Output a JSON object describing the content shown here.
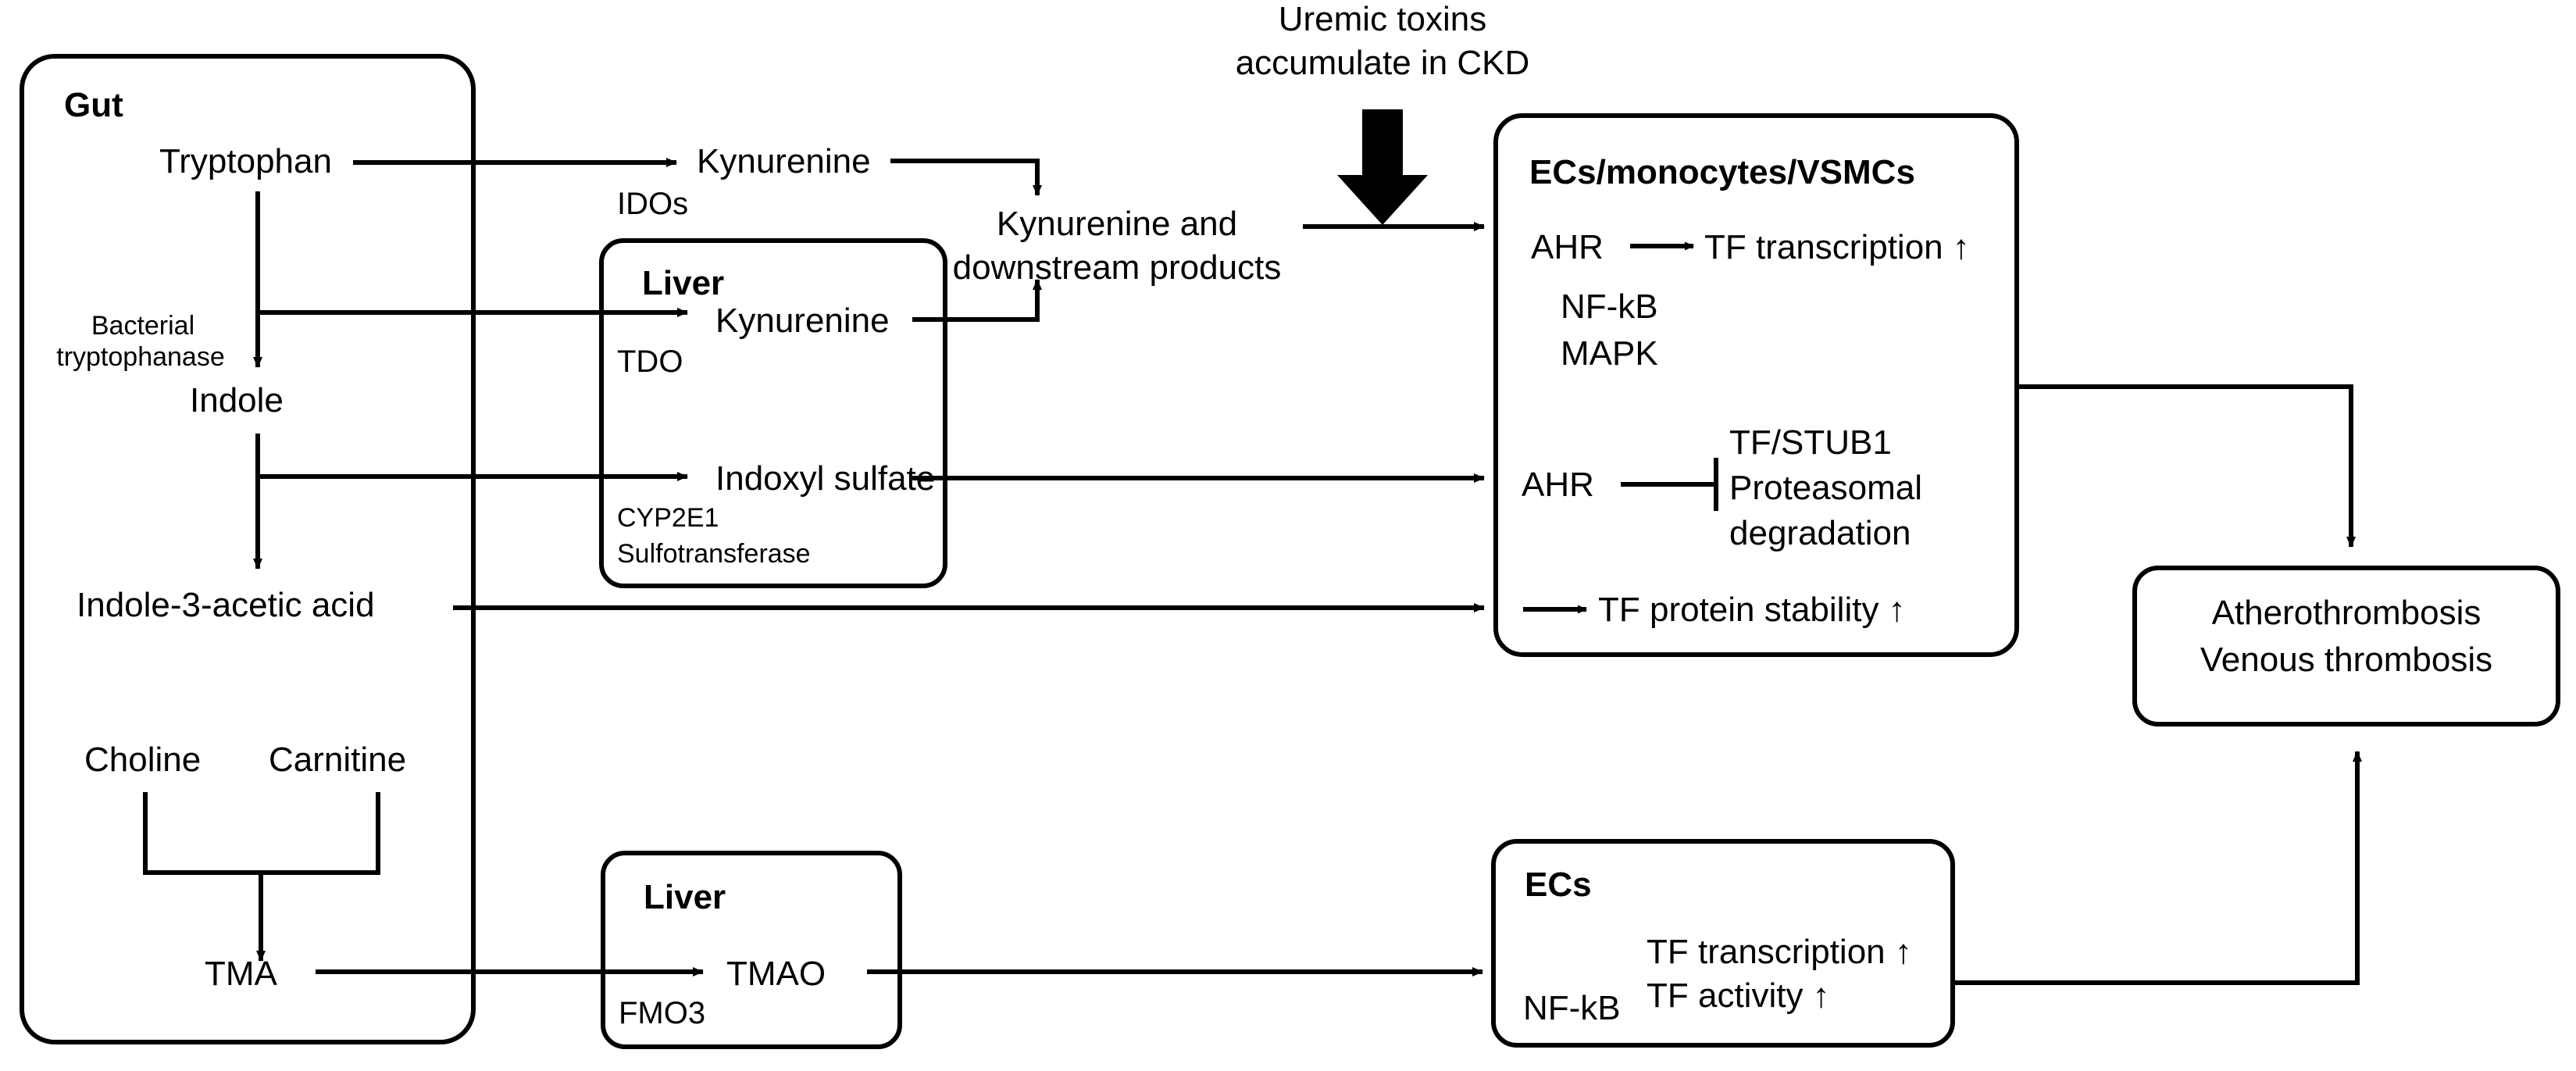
{
  "diagram": {
    "title": "Gut microbiota derived uremic toxins and thrombosis pathway",
    "line_color": "#000000",
    "background": "#ffffff"
  },
  "compartments": {
    "gut": {
      "label": "Gut"
    },
    "liver_upper": {
      "label": "Liver"
    },
    "liver_lower": {
      "label": "Liver"
    },
    "ecs_monocytes_vsmcs": {
      "label": "ECs/monocytes/VSMCs"
    },
    "ecs": {
      "label": "ECs"
    },
    "outcome": {
      "line1": "Atherothrombosis",
      "line2": "Venous thrombosis"
    }
  },
  "metabolites": {
    "tryptophan": "Tryptophan",
    "indole": "Indole",
    "indole_3_acetic_acid": "Indole-3-acetic acid",
    "choline": "Choline",
    "carnitine": "Carnitine",
    "tma": "TMA",
    "tmao": "TMAO",
    "kynurenine_gut": "Kynurenine",
    "kynurenine_liver": "Kynurenine",
    "indoxyl_sulfate": "Indoxyl sulfate",
    "kynurenine_downstream_line1": "Kynurenine and",
    "kynurenine_downstream_line2": "downstream products"
  },
  "enzymes": {
    "bacterial_tryptophanase_line1": "Bacterial",
    "bacterial_tryptophanase_line2": "tryptophanase",
    "idos": "IDOs",
    "tdo": "TDO",
    "cyp2e1": "CYP2E1",
    "sulfotransferase": "Sulfotransferase",
    "fmo3": "FMO3"
  },
  "annotations": {
    "uremic_toxins_line1": "Uremic toxins",
    "uremic_toxins_line2": "accumulate in CKD"
  },
  "cell_signalling": {
    "ahr_top": "AHR",
    "tf_transcription_up": "TF transcription ↑",
    "nf_kb_upper": "NF-kB",
    "mapk": "MAPK",
    "ahr_bottom": "AHR",
    "tf_stub1": "TF/STUB1",
    "proteasomal": "Proteasomal",
    "degradation": "degradation",
    "tf_protein_stability_up": "TF protein stability ↑",
    "ecs_tf_transcription_up": "TF transcription ↑",
    "ecs_tf_activity_up": "TF activity ↑",
    "nf_kb_lower": "NF-kB"
  }
}
